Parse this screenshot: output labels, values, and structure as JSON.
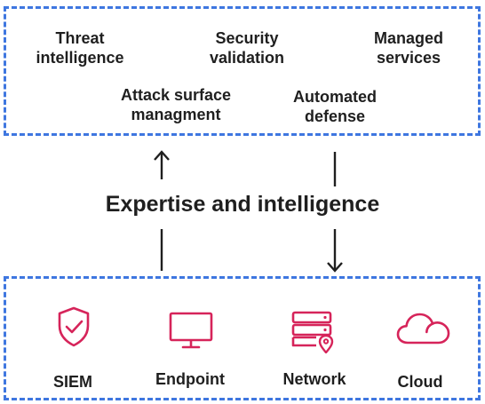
{
  "capabilities": {
    "threat_intelligence": "Threat\nintelligence",
    "security_validation": "Security\nvalidation",
    "managed_services": "Managed\nservices",
    "attack_surface": "Attack surface\nmanagment",
    "automated_defense": "Automated\ndefense"
  },
  "center_label": "Expertise and intelligence",
  "sources": {
    "siem": "SIEM",
    "endpoint": "Endpoint",
    "network": "Network",
    "cloud": "Cloud"
  },
  "icons": {
    "siem": "shield-check-icon",
    "endpoint": "monitor-icon",
    "network": "server-location-icon",
    "cloud": "cloud-icon"
  },
  "colors": {
    "dashed_border": "#3f77e0",
    "icon_accent": "#d6245a",
    "text": "#1f1f1f"
  }
}
